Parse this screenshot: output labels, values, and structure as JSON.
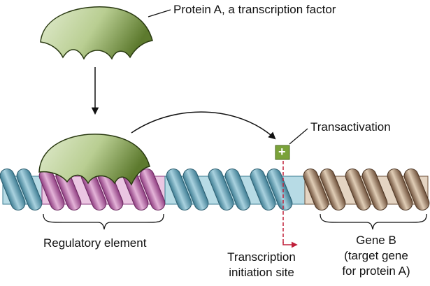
{
  "labels": {
    "protein_a": "Protein A, a transcription factor",
    "transactivation": "Transactivation",
    "plus": "+",
    "regulatory_element": "Regulatory element",
    "tss_line1": "Transcription",
    "tss_line2": "initiation site",
    "gene_b_line1": "Gene B",
    "gene_b_line2": "(target gene",
    "gene_b_line3": "for protein A)"
  },
  "colors": {
    "protein_light": "#c8d8a8",
    "protein_dark": "#5d7a2e",
    "dna_blue": "#5b9ab0",
    "dna_blue_light": "#a9d2df",
    "dna_purple": "#b05aa0",
    "dna_purple_light": "#e4b3d8",
    "dna_brown": "#8c6a4e",
    "dna_brown_light": "#d8c2a8",
    "plus_box": "#7aa23a",
    "tss_red": "#c0203a"
  }
}
